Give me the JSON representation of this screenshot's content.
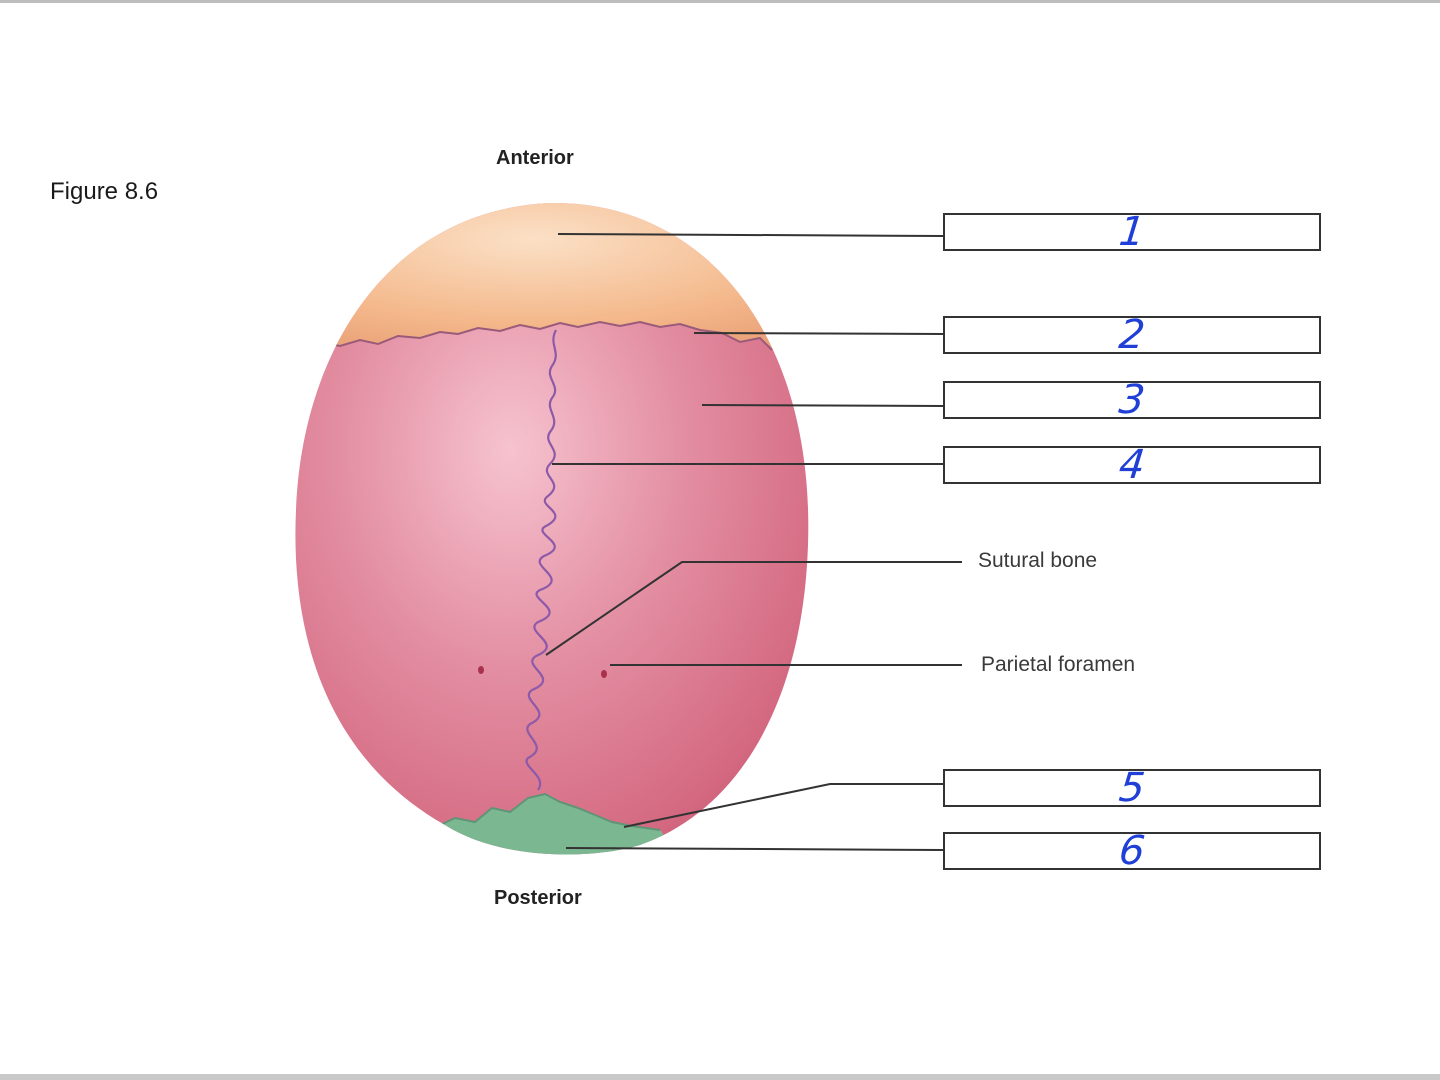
{
  "figure_label": "Figure 8.6",
  "orientation": {
    "top": "Anterior",
    "bottom": "Posterior"
  },
  "callouts": [
    {
      "text": "Sutural bone"
    },
    {
      "text": "Parietal foramen"
    }
  ],
  "answer_boxes": [
    {
      "value": "1"
    },
    {
      "value": "2"
    },
    {
      "value": "3"
    },
    {
      "value": "4"
    },
    {
      "value": "5"
    },
    {
      "value": "6"
    }
  ],
  "colors": {
    "frontal_bone": "#f2b386",
    "parietal_bone": "#d96f86",
    "occipital_bone": "#7bb892",
    "suture": "#8c5aa8",
    "leader_line": "#333333",
    "handwriting": "#1f3fd6"
  }
}
